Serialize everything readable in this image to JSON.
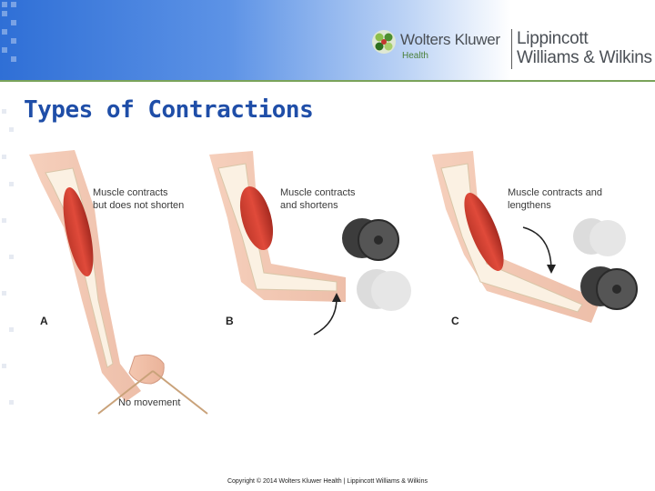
{
  "header": {
    "brand_left": "Wolters Kluwer",
    "brand_left_sub": "Health",
    "brand_right_line1": "Lippincott",
    "brand_right_line2": "Williams & Wilkins",
    "colors": {
      "band_start": "#2f6fd6",
      "accent_green": "#7aa35a",
      "title_blue": "#1f4ea8"
    },
    "icons": [
      "wk-logo-icon"
    ]
  },
  "slide": {
    "title": "Types of Contractions"
  },
  "figure": {
    "panels": [
      {
        "letter": "A",
        "caption": "Muscle contracts\nbut does not shorten",
        "extra": "No movement"
      },
      {
        "letter": "B",
        "caption": "Muscle contracts\nand shortens"
      },
      {
        "letter": "C",
        "caption": "Muscle contracts and\nlengthens"
      }
    ]
  },
  "footer": {
    "copyright": "Copyright © 2014 Wolters Kluwer Health | Lippincott Williams & Wilkins"
  }
}
